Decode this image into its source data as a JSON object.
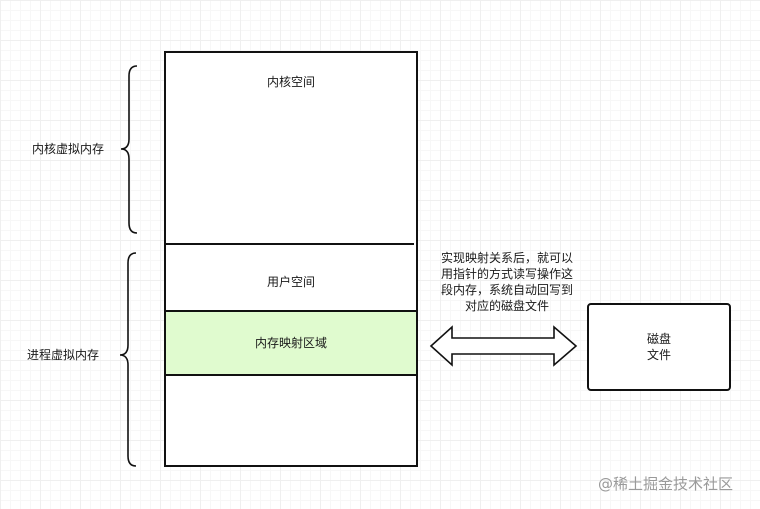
{
  "labels": {
    "kernel_virtual_memory": "内核虚拟内存",
    "process_virtual_memory": "进程虚拟内存"
  },
  "memory": {
    "kernel_space": "内核空间",
    "user_space": "用户空间",
    "mmap_region": "内存映射区域"
  },
  "annotation": "实现映射关系后，就可以用指针的方式读写操作这段内存，系统自动回写到对应的磁盘文件",
  "disk": {
    "line1": "磁盘",
    "line2": "文件"
  },
  "watermark": "@稀土掘金技术社区",
  "colors": {
    "mmap_fill": "#e0fbcf",
    "stroke": "#111111"
  }
}
